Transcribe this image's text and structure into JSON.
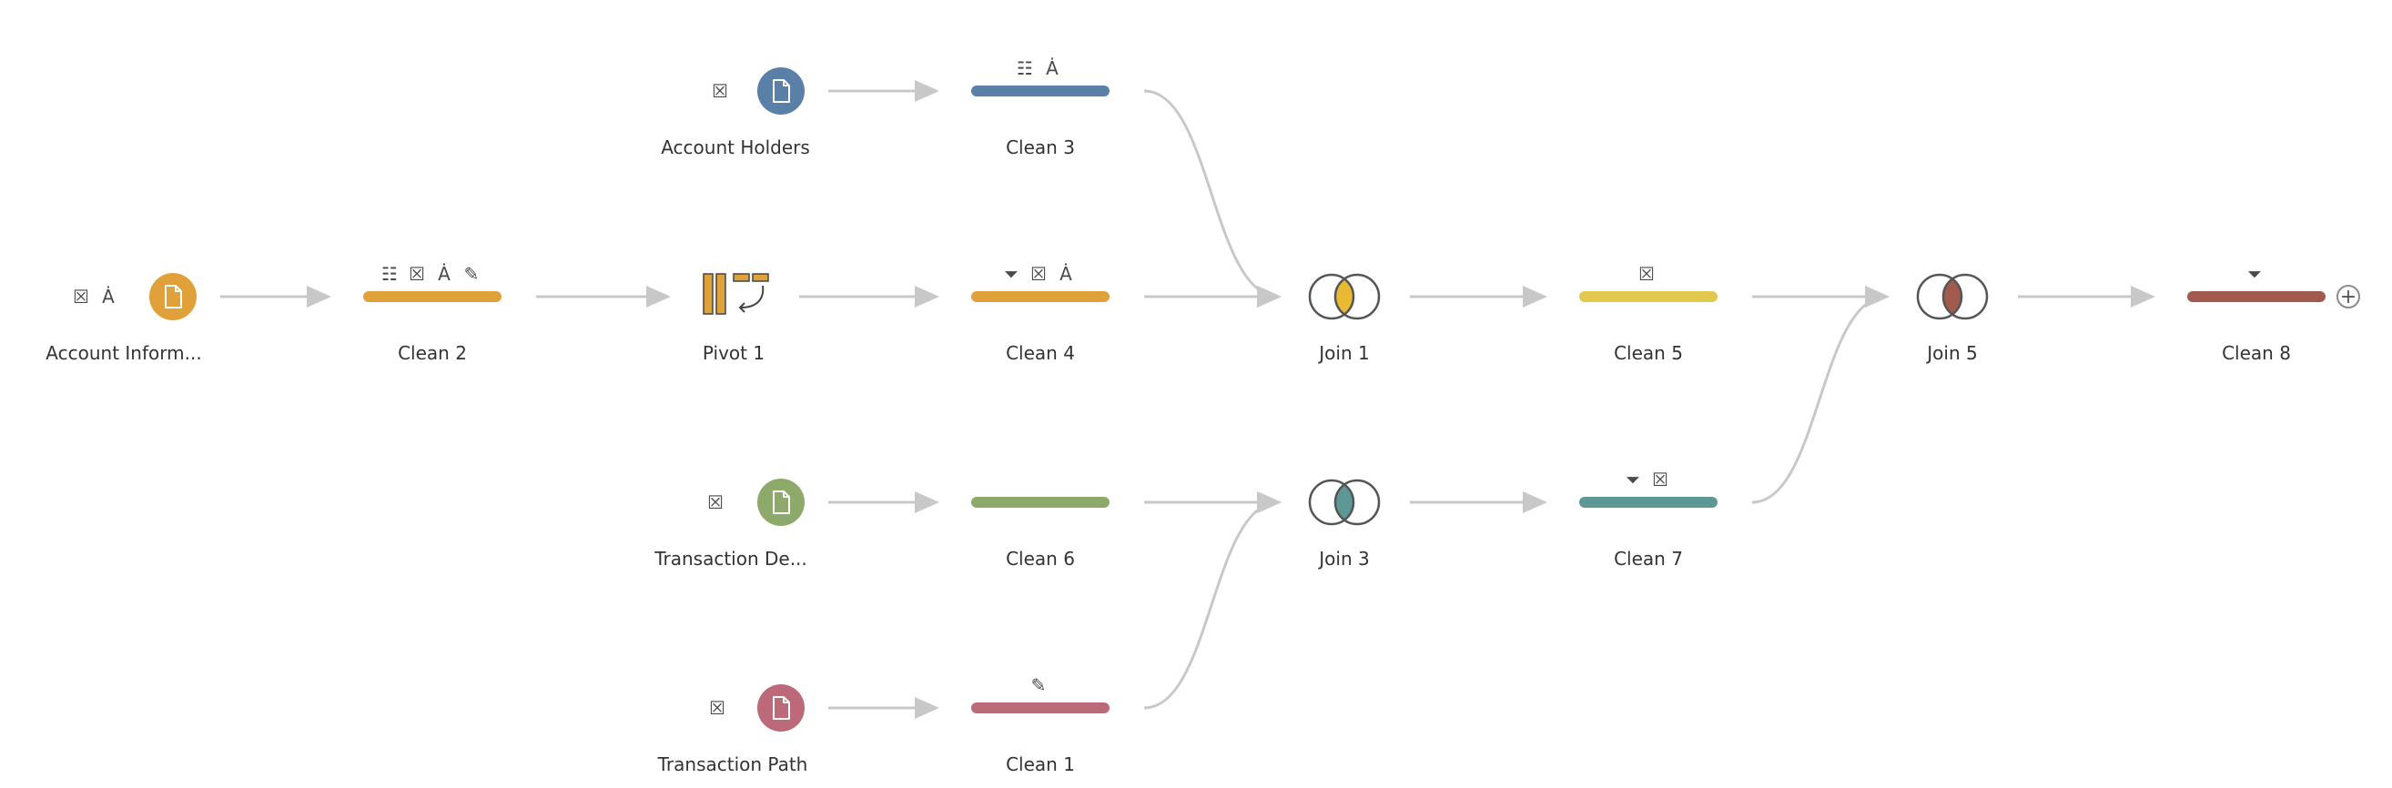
{
  "flow": {
    "nodes": [
      {
        "id": "account-information",
        "type": "input",
        "label": "Account Inform...",
        "color": "#E1A13A",
        "step_icons": [
          "remove-field-icon",
          "rename-field-icon"
        ]
      },
      {
        "id": "clean-2",
        "type": "clean",
        "label": "Clean 2",
        "color": "#E1A13A",
        "step_icons": [
          "group-replace-icon",
          "remove-field-icon",
          "rename-field-icon",
          "edit-value-icon"
        ]
      },
      {
        "id": "pivot-1",
        "type": "pivot",
        "label": "Pivot 1",
        "color": "#E1A13A",
        "step_icons": []
      },
      {
        "id": "clean-4",
        "type": "clean",
        "label": "Clean 4",
        "color": "#E1A13A",
        "step_icons": [
          "filter-icon",
          "remove-field-icon",
          "rename-field-icon"
        ]
      },
      {
        "id": "account-holders",
        "type": "input",
        "label": "Account Holders",
        "color": "#5B80A8",
        "step_icons": [
          "remove-field-icon"
        ]
      },
      {
        "id": "clean-3",
        "type": "clean",
        "label": "Clean 3",
        "color": "#5B80A8",
        "step_icons": [
          "group-replace-icon",
          "rename-field-icon"
        ]
      },
      {
        "id": "join-1",
        "type": "join",
        "label": "Join 1",
        "color": "#E8B931",
        "step_icons": []
      },
      {
        "id": "clean-5",
        "type": "clean",
        "label": "Clean 5",
        "color": "#E3C84F",
        "step_icons": [
          "remove-field-icon"
        ]
      },
      {
        "id": "transaction-details",
        "type": "input",
        "label": "Transaction De...",
        "color": "#8DAA6B",
        "step_icons": [
          "remove-field-icon"
        ]
      },
      {
        "id": "clean-6",
        "type": "clean",
        "label": "Clean 6",
        "color": "#8DAA6B",
        "step_icons": []
      },
      {
        "id": "transaction-path",
        "type": "input",
        "label": "Transaction Path",
        "color": "#BC6A7A",
        "step_icons": [
          "remove-field-icon"
        ]
      },
      {
        "id": "clean-1",
        "type": "clean",
        "label": "Clean 1",
        "color": "#BC6A7A",
        "step_icons": [
          "edit-value-icon"
        ]
      },
      {
        "id": "join-3",
        "type": "join",
        "label": "Join 3",
        "color": "#5E9894",
        "step_icons": []
      },
      {
        "id": "clean-7",
        "type": "clean",
        "label": "Clean 7",
        "color": "#5E9894",
        "step_icons": [
          "filter-icon",
          "remove-field-icon"
        ]
      },
      {
        "id": "join-5",
        "type": "join",
        "label": "Join 5",
        "color": "#A15B4E",
        "step_icons": []
      },
      {
        "id": "clean-8",
        "type": "clean",
        "label": "Clean 8",
        "color": "#A15B4E",
        "step_icons": [
          "filter-icon"
        ]
      }
    ],
    "edges": [
      [
        "account-information",
        "clean-2"
      ],
      [
        "clean-2",
        "pivot-1"
      ],
      [
        "pivot-1",
        "clean-4"
      ],
      [
        "account-holders",
        "clean-3"
      ],
      [
        "clean-3",
        "join-1"
      ],
      [
        "clean-4",
        "join-1"
      ],
      [
        "join-1",
        "clean-5"
      ],
      [
        "transaction-details",
        "clean-6"
      ],
      [
        "transaction-path",
        "clean-1"
      ],
      [
        "clean-6",
        "join-3"
      ],
      [
        "clean-1",
        "join-3"
      ],
      [
        "join-3",
        "clean-7"
      ],
      [
        "clean-5",
        "join-5"
      ],
      [
        "clean-7",
        "join-5"
      ],
      [
        "join-5",
        "clean-8"
      ]
    ],
    "add_step_icon": "plus-icon",
    "connector_color": "#C8C8C8"
  }
}
